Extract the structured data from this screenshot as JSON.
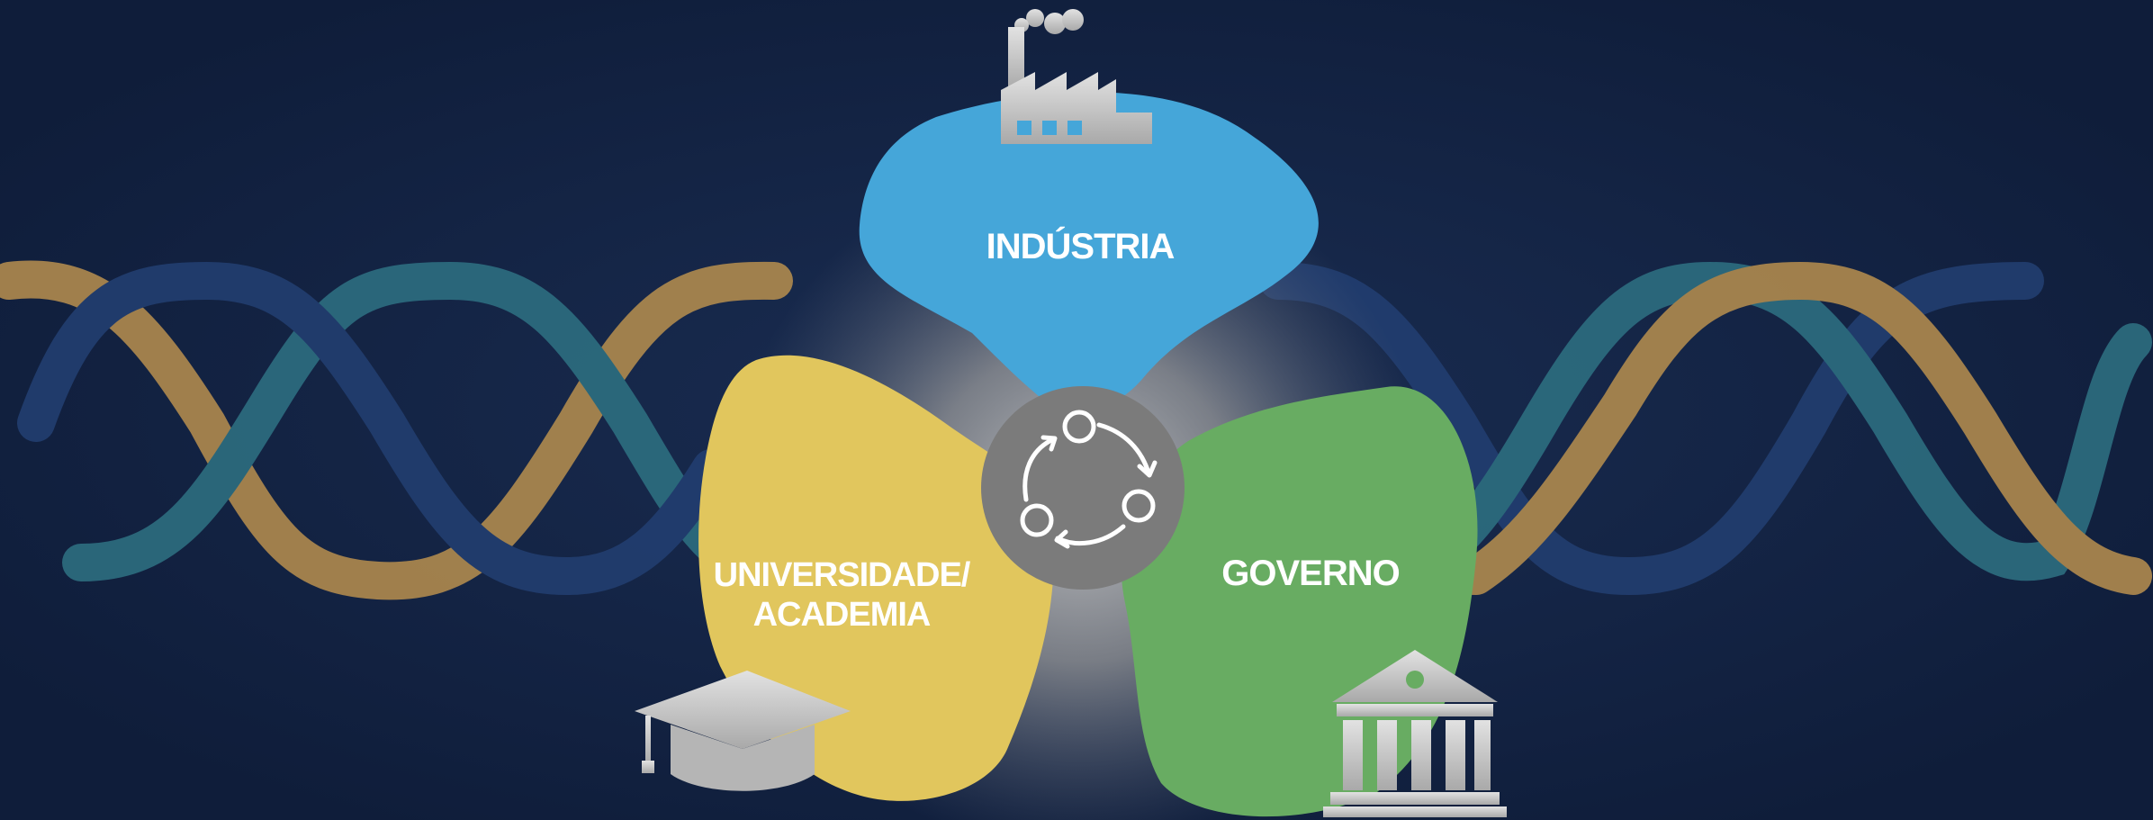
{
  "diagram": {
    "center_icon": "cycle-arrows-icon",
    "petals": {
      "industry": {
        "label": "INDÚSTRIA",
        "color": "#45A6D9",
        "icon": "factory-icon"
      },
      "academia": {
        "label_line1": "UNIVERSIDADE/",
        "label_line2": "ACADEMIA",
        "color": "#E1C65D",
        "icon": "graduation-cap-icon"
      },
      "government": {
        "label": "GOVERNO",
        "color": "#68AC62",
        "icon": "government-building-icon"
      }
    },
    "helix_colors": [
      "#B08A4E",
      "#2D6E80",
      "#223E70"
    ],
    "background_color": "#112140"
  }
}
